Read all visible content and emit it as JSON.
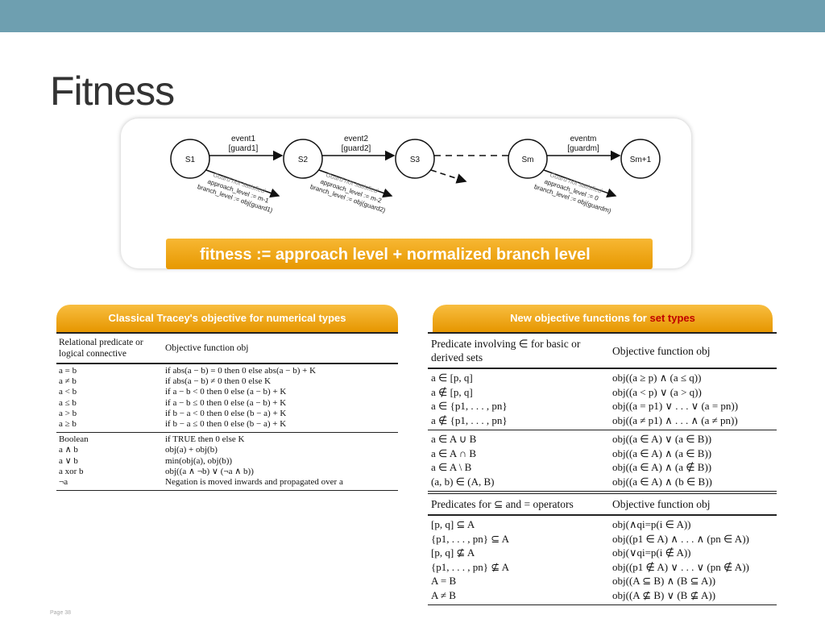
{
  "slide": {
    "title": "Fitness",
    "footer": "Page 38"
  },
  "diagram": {
    "states": [
      "S1",
      "S2",
      "S3",
      "Sm",
      "Sm+1"
    ],
    "events": [
      {
        "event": "event1",
        "guard": "[guard1]"
      },
      {
        "event": "event2",
        "guard": "[guard2]"
      },
      {
        "event": "eventm",
        "guard": "[guardm]"
      }
    ],
    "guard_notes": [
      {
        "line1": "Guard not satisfied",
        "line2": "approach_level := m-1",
        "line3": "branch_level := obj(guard1)"
      },
      {
        "line1": "Guard not satisfied",
        "line2": "approach_level := m-2",
        "line3": "branch_level := obj(guard2)"
      },
      {
        "line1": "Guard not satisfied",
        "line2": "approach_level := 0",
        "line3": "branch_level := obj(guardm)"
      }
    ],
    "fitness_formula": "fitness := approach level + normalized branch level"
  },
  "left_panel": {
    "title": "Classical Tracey's objective for numerical types",
    "col1_header": "Relational predicate or logical connective",
    "col2_header": "Objective function obj",
    "groups": [
      [
        [
          "a = b",
          "if abs(a − b) = 0 then 0 else abs(a − b) + K"
        ],
        [
          "a ≠ b",
          "if abs(a − b) ≠ 0 then 0 else K"
        ],
        [
          "a < b",
          "if a − b < 0 then 0 else (a − b) + K"
        ],
        [
          "a ≤ b",
          "if a − b ≤ 0 then 0 else (a − b) + K"
        ],
        [
          "a > b",
          "if b − a < 0 then 0 else (b − a) + K"
        ],
        [
          "a ≥ b",
          "if b − a ≤ 0 then 0 else (b − a) + K"
        ]
      ],
      [
        [
          "Boolean",
          "if TRUE then 0 else K"
        ],
        [
          "a ∧ b",
          "obj(a) + obj(b)"
        ],
        [
          "a ∨ b",
          "min(obj(a), obj(b))"
        ],
        [
          "a xor b",
          "obj((a ∧ ¬b) ∨ (¬a ∧ b))"
        ],
        [
          "¬a",
          "Negation is moved inwards and propagated over a"
        ]
      ]
    ]
  },
  "right_panel": {
    "title_prefix": "New objective functions for ",
    "title_highlight": "set types",
    "col1_header": "Predicate involving ∈ for basic or derived sets",
    "col2_header": "Objective function obj",
    "groups": [
      [
        [
          "a ∈ [p, q]",
          "obj((a ≥ p) ∧ (a ≤ q))"
        ],
        [
          "a ∉ [p, q]",
          "obj((a < p) ∨ (a > q))"
        ],
        [
          "a ∈ {p1, . . . , pn}",
          "obj((a = p1) ∨ . . . ∨ (a = pn))"
        ],
        [
          "a ∉ {p1, . . . , pn}",
          "obj((a ≠ p1) ∧ . . . ∧ (a ≠ pn))"
        ]
      ],
      [
        [
          "a ∈ A ∪ B",
          "obj((a ∈ A) ∨ (a ∈ B))"
        ],
        [
          "a ∈ A ∩ B",
          "obj((a ∈ A) ∧ (a ∈ B))"
        ],
        [
          "a ∈ A \\ B",
          "obj((a ∈ A) ∧ (a ∉ B))"
        ],
        [
          "(a, b) ∈ (A, B)",
          "obj((a ∈ A) ∧ (b ∈ B))"
        ]
      ]
    ],
    "sub_col1_header": "Predicates for ⊆ and = operators",
    "sub_col2_header": "Objective function obj",
    "sub_rows": [
      [
        "[p, q] ⊆ A",
        "obj(∧qi=p(i ∈ A))"
      ],
      [
        "{p1, . . . , pn} ⊆ A",
        "obj((p1 ∈ A) ∧ . . . ∧ (pn ∈ A))"
      ],
      [
        "[p, q] ⊈ A",
        "obj(∨qi=p(i ∉ A))"
      ],
      [
        "{p1, . . . , pn} ⊈ A",
        "obj((p1 ∉ A) ∨ . . . ∨ (pn ∉ A))"
      ],
      [
        "A = B",
        "obj((A ⊆ B) ∧ (B ⊆ A))"
      ],
      [
        "A ≠ B",
        "obj((A ⊈ B) ∨ (B ⊈ A))"
      ]
    ]
  }
}
